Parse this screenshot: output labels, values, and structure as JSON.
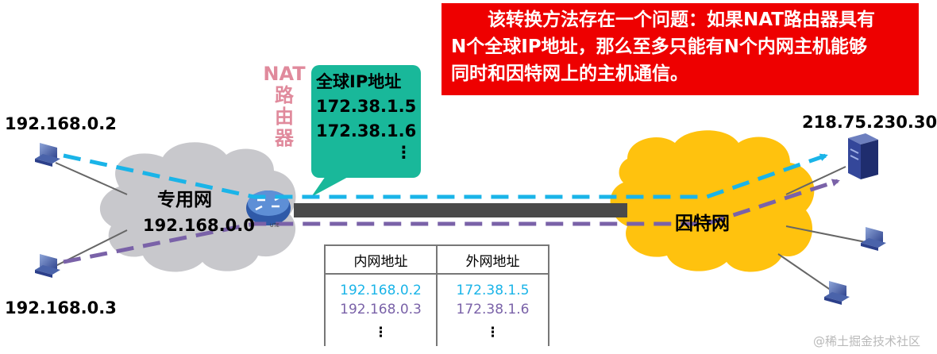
{
  "callout": {
    "line1": "该转换方法存在一个问题：如果NAT路由器具有",
    "line2": "N个全球IP地址，那么至多只能有N个内网主机能够",
    "line3": "同时和因特网上的主机通信。"
  },
  "hosts": {
    "host_a": "192.168.0.2",
    "host_b": "192.168.0.3",
    "server": "218.75.230.30"
  },
  "private_net": {
    "name": "专用网",
    "address": "192.168.0.0"
  },
  "internet": {
    "name": "因特网"
  },
  "nat": {
    "label_line1": "NAT",
    "label_line2": "路",
    "label_line3": "由",
    "label_line4": "器"
  },
  "router_badge": "UTE",
  "global_ips": {
    "title": "全球IP地址",
    "ip1": "172.38.1.5",
    "ip2": "172.38.1.6",
    "more": "⋮"
  },
  "mapping_table": {
    "headers": [
      "内网地址",
      "外网地址"
    ],
    "rows": [
      [
        "192.168.0.2",
        "172.38.1.5"
      ],
      [
        "192.168.0.3",
        "172.38.1.6"
      ],
      [
        "⋮",
        "⋮"
      ]
    ]
  },
  "colors": {
    "blue_path": "#1ab4e8",
    "purple_path": "#7a62a8",
    "cloud_gray": "#c8c8cc",
    "cloud_yellow": "#ffc20e",
    "bubble_teal": "#19b89a",
    "callout_red": "#ee0000"
  },
  "watermark": "@稀土掘金技术社区"
}
